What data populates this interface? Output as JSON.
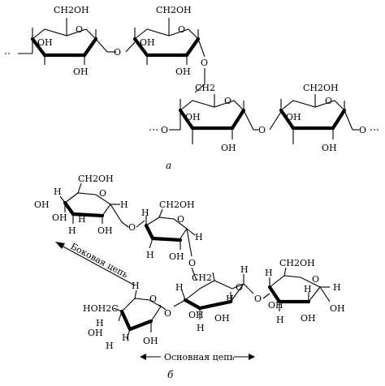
{
  "labels": {
    "ch2oh": "CH2OH",
    "oh": "OH",
    "o": "O",
    "h": "H",
    "ch2": "CH2",
    "hoh2c": "HOH2C",
    "caption_a": "а",
    "caption_b": "б",
    "side_chain": "Боковая цепь",
    "main_chain": "Основная цепь"
  },
  "colors": {
    "ink": "#000000",
    "background": "#ffffff"
  }
}
